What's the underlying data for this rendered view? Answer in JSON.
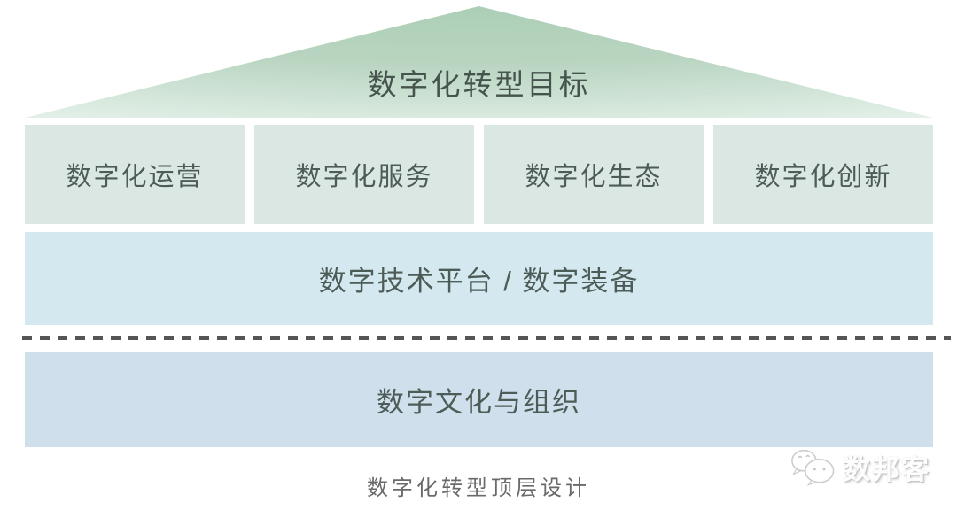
{
  "palette": {
    "background": "#ffffff",
    "pyramid_top": "#a9cdb4",
    "pyramid_bottom": "#e0eee5",
    "capability_box": "#dbe7e2",
    "platform_box": "#d3e9ef",
    "culture_box": "#cfe0ec",
    "box_text": "#4e5c58",
    "caption_text": "#6a6a6a",
    "dash_color": "#555555"
  },
  "pyramid": {
    "title": "数字化转型目标"
  },
  "rows": {
    "capabilities": {
      "items": [
        {
          "label": "数字化运营"
        },
        {
          "label": "数字化服务"
        },
        {
          "label": "数字化生态"
        },
        {
          "label": "数字化创新"
        }
      ]
    },
    "platform": {
      "label": "数字技术平台 / 数字装备"
    },
    "culture": {
      "label": "数字文化与组织"
    }
  },
  "caption": {
    "label": "数字化转型顶层设计"
  },
  "watermark": {
    "brand": "数邦客",
    "icon": "chat-bubbles-icon"
  }
}
